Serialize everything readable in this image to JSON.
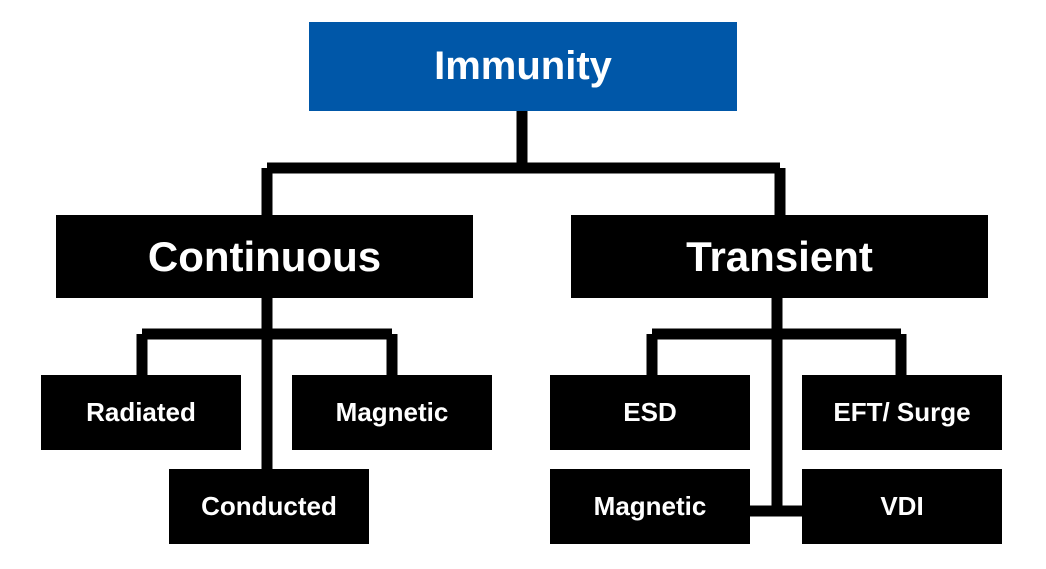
{
  "diagram": {
    "root": {
      "label": "Immunity"
    },
    "categories": [
      {
        "label": "Continuous",
        "children": [
          "Radiated",
          "Magnetic",
          "Conducted"
        ]
      },
      {
        "label": "Transient",
        "children": [
          "ESD",
          "EFT/ Surge",
          "Magnetic",
          "VDI"
        ]
      }
    ]
  },
  "colors": {
    "root_fill": "#0057a8",
    "node_fill": "#000000",
    "text": "#ffffff",
    "connector": "#000000",
    "background": "#ffffff"
  }
}
